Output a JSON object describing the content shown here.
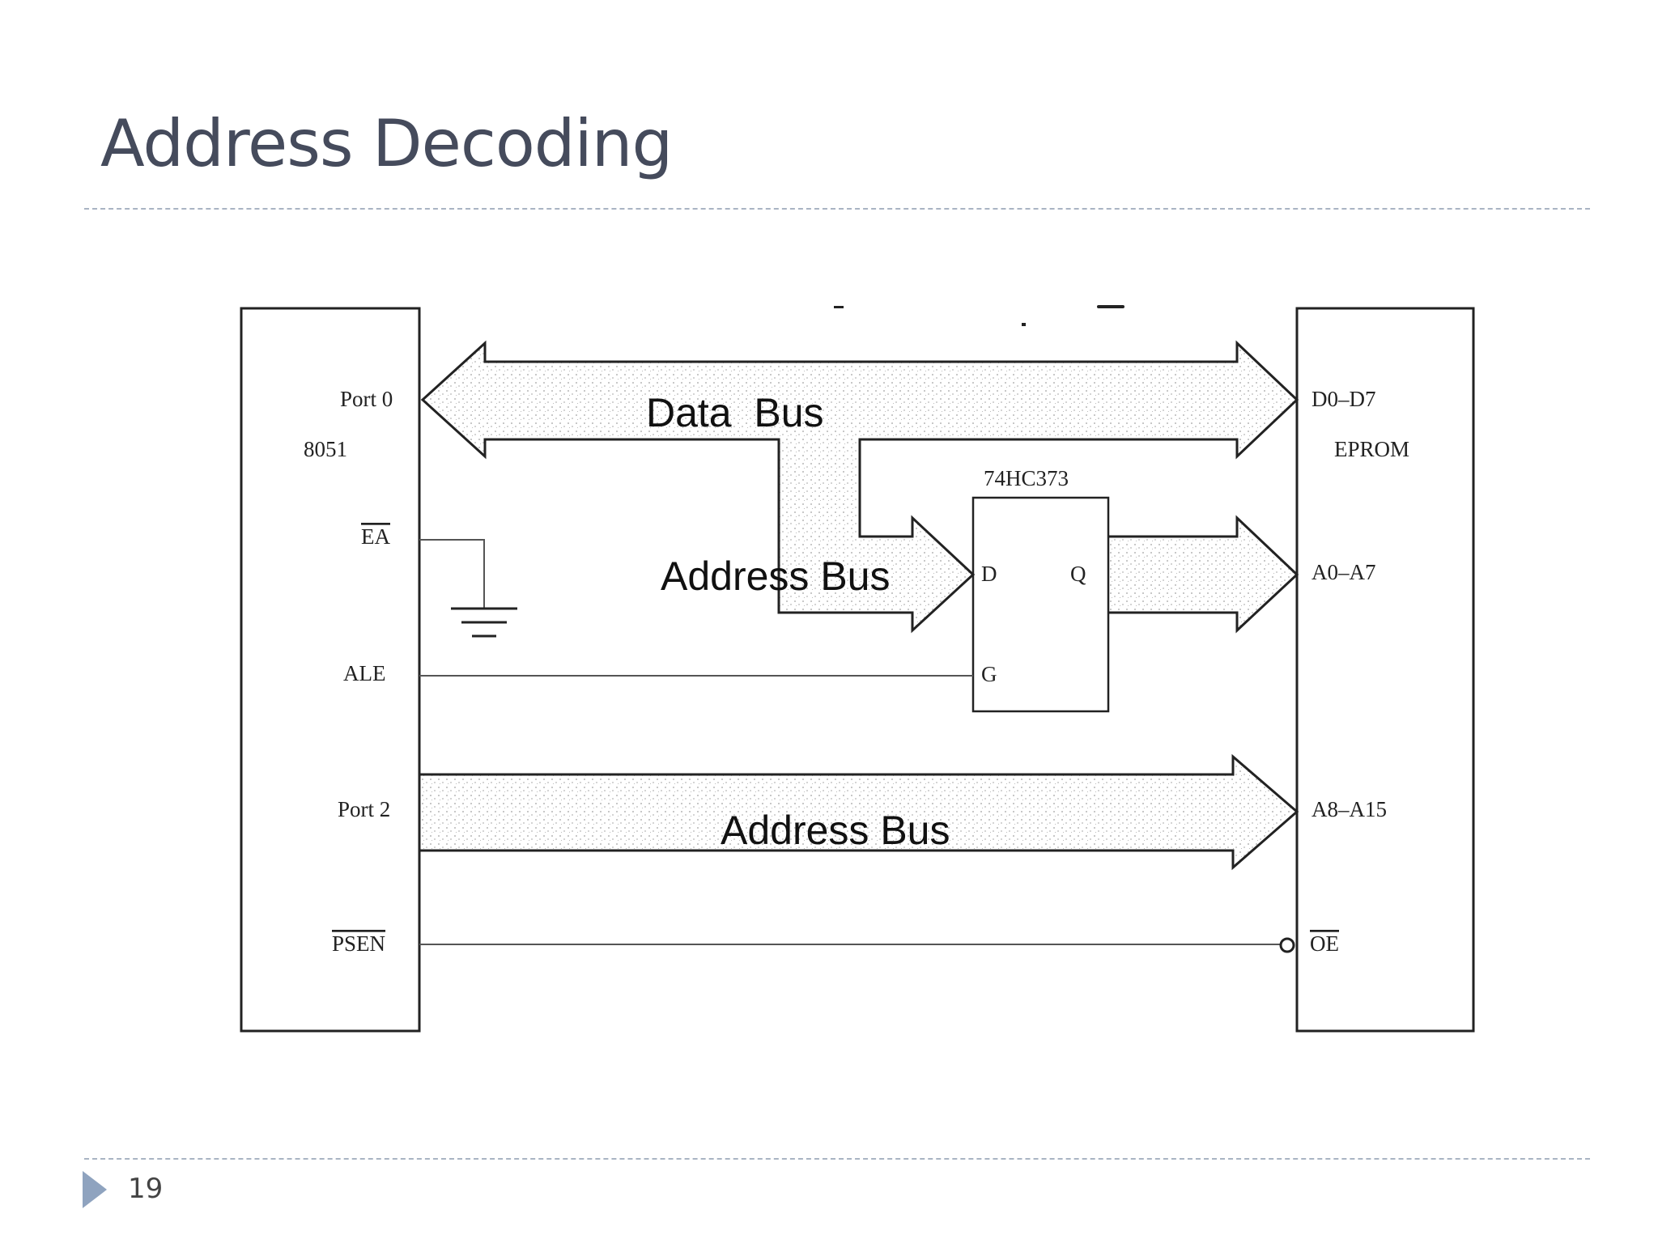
{
  "slide": {
    "title": "Address Decoding",
    "page_number": "19"
  },
  "diagram": {
    "mcu": {
      "name": "8051",
      "pins": {
        "port0": "Port 0",
        "ea": "EA",
        "ale": "ALE",
        "port2": "Port 2",
        "psen": "PSEN"
      }
    },
    "latch": {
      "name": "74HC373",
      "pins": {
        "d": "D",
        "q": "Q",
        "g": "G"
      }
    },
    "eprom": {
      "name": "EPROM",
      "pins": {
        "data": "D0–D7",
        "addr_low": "A0–A7",
        "addr_high": "A8–A15",
        "oe": "OE"
      }
    },
    "bus_labels": {
      "data_bus": "Data  Bus",
      "address_bus_low": "Address Bus",
      "address_bus_high": "Address Bus"
    }
  },
  "colors": {
    "title": "#454b5c",
    "rule": "#a9b4c3",
    "marker": "#8fa3bf",
    "line": "#222222"
  }
}
